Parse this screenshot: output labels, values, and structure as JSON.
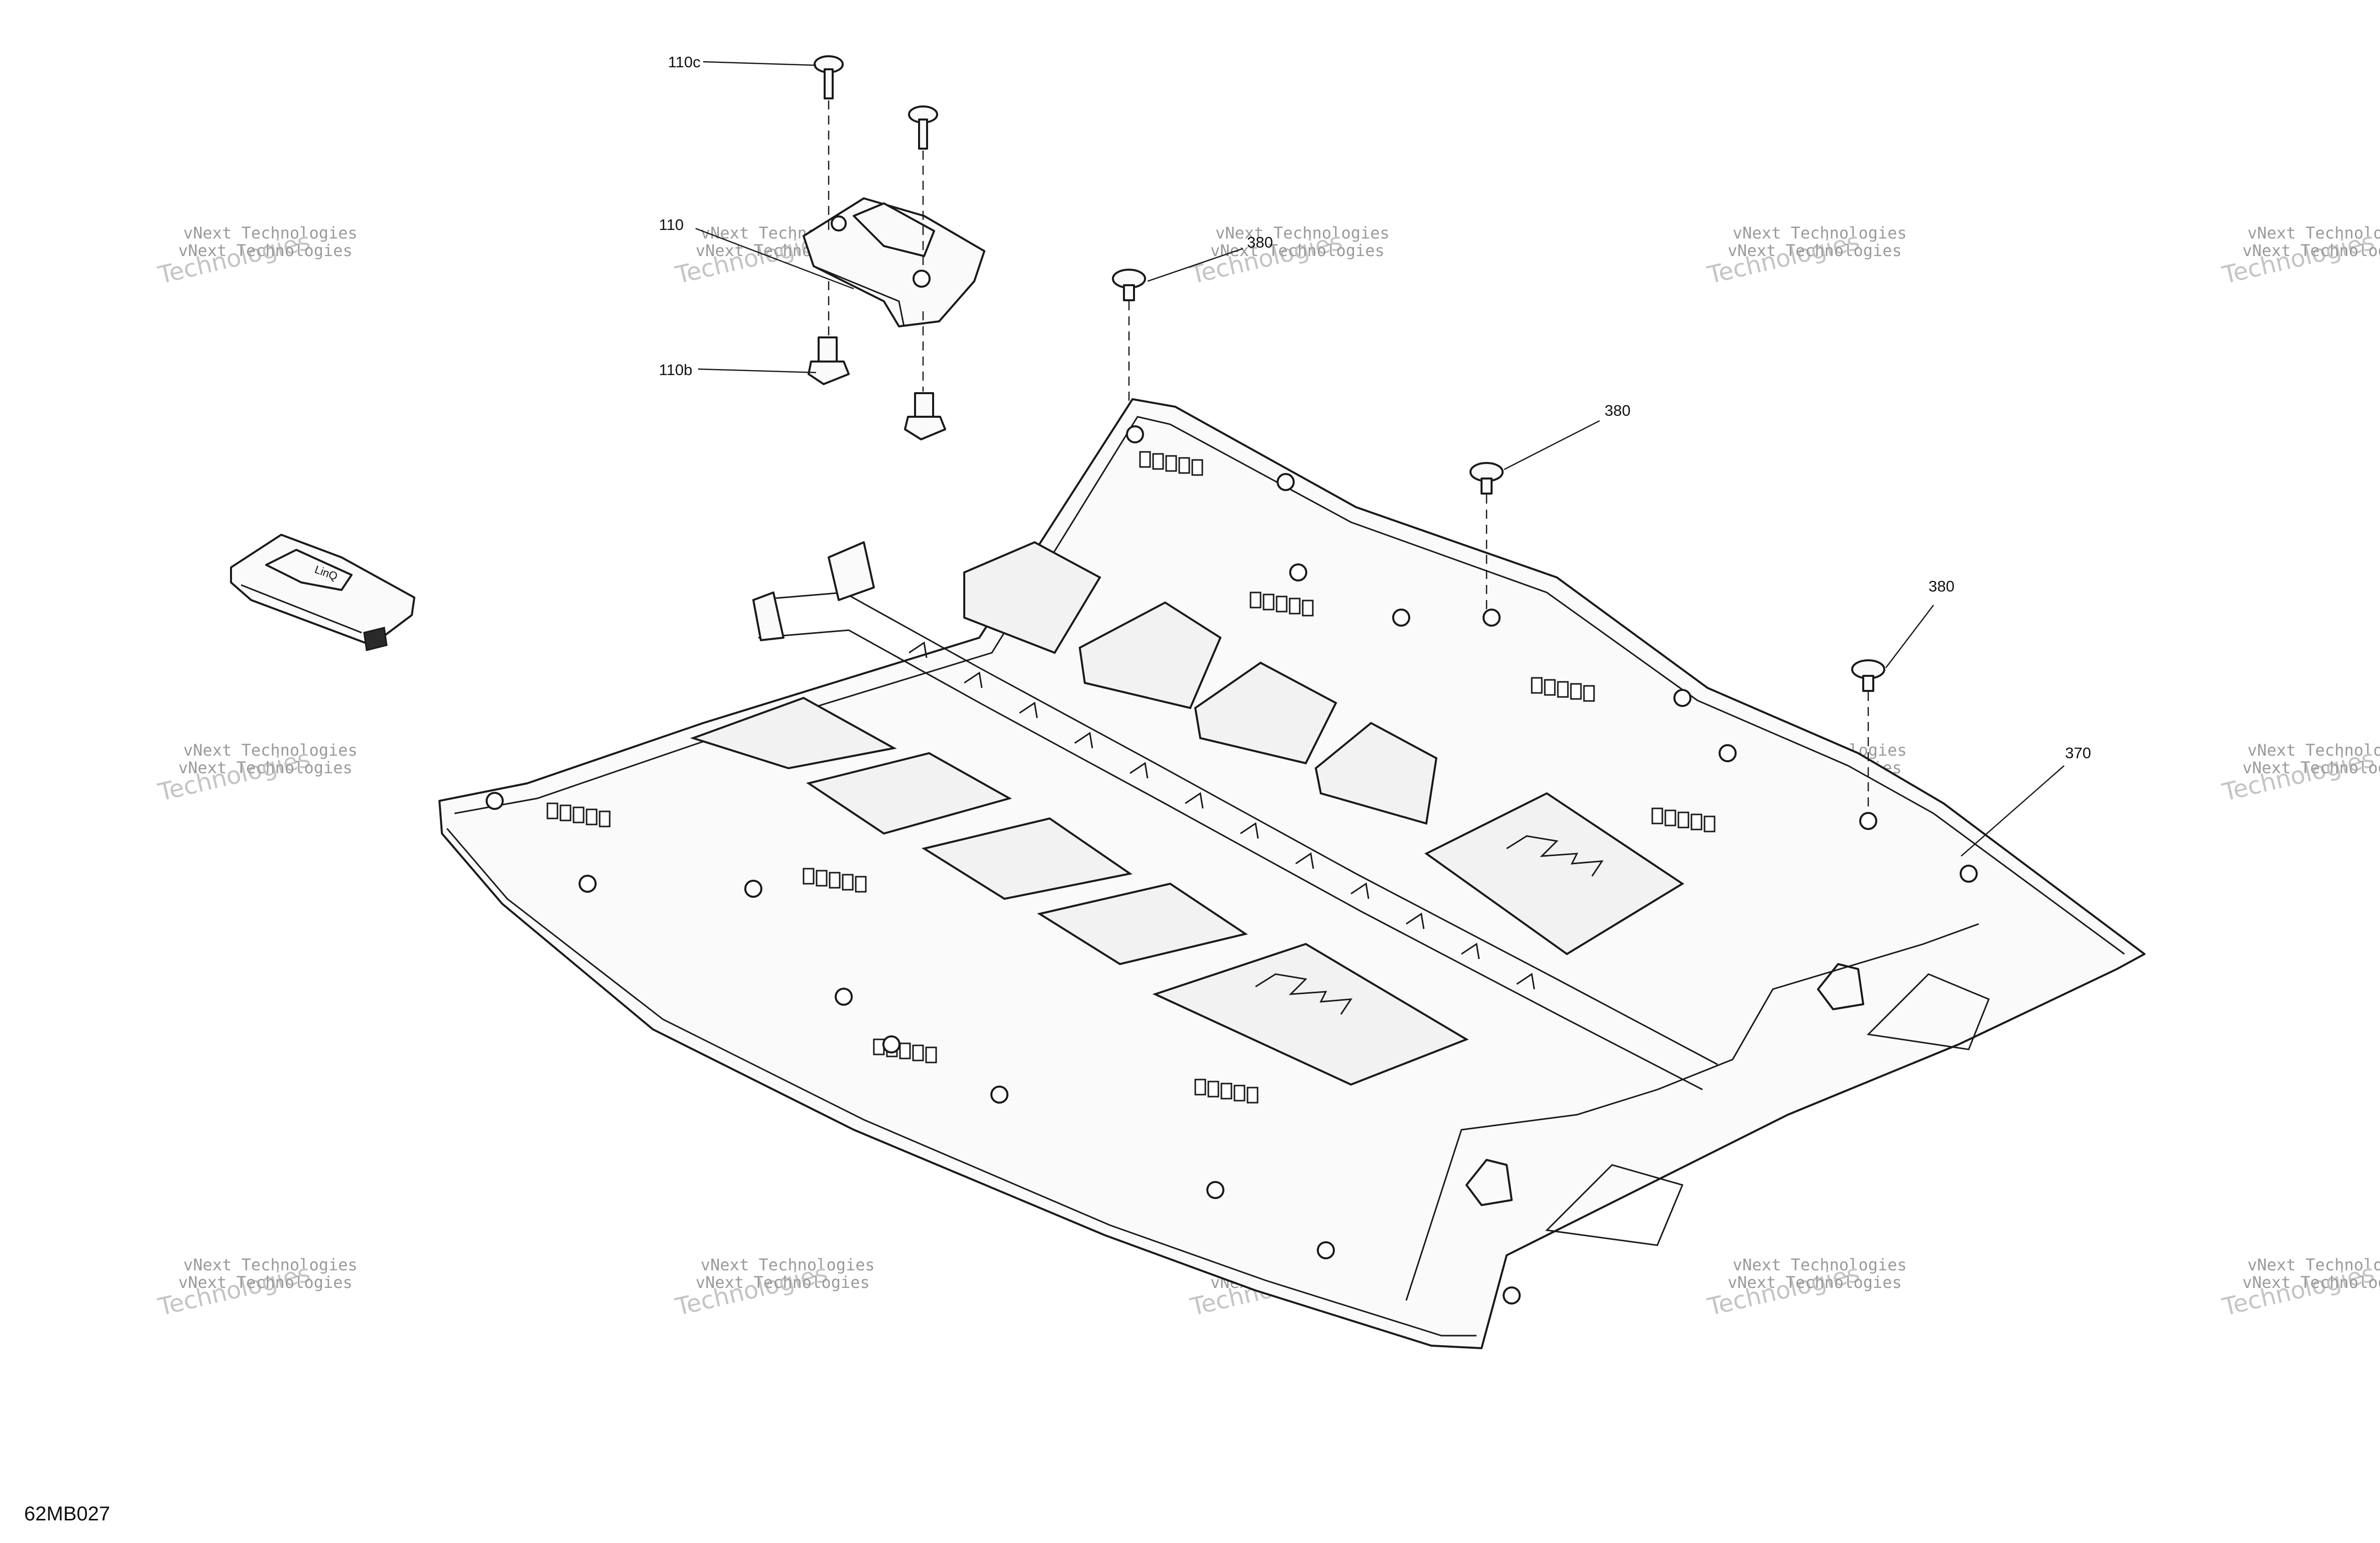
{
  "callouts": {
    "c110c": "110c",
    "c110": "110",
    "c110b": "110b",
    "c380a": "380",
    "c380b": "380",
    "c380c": "380",
    "c370": "370"
  },
  "drawing_id": "62MB027",
  "watermark": {
    "line1": "vNext Technologies",
    "line2": "Technologies"
  },
  "icons": {
    "bolt": "bolt-icon",
    "nut": "nut-icon",
    "handle": "grab-handle-icon",
    "skid_plate": "skid-plate-icon"
  },
  "colors": {
    "line": "#1a1a1a",
    "watermark": "#9a9a9a",
    "background": "#ffffff"
  }
}
